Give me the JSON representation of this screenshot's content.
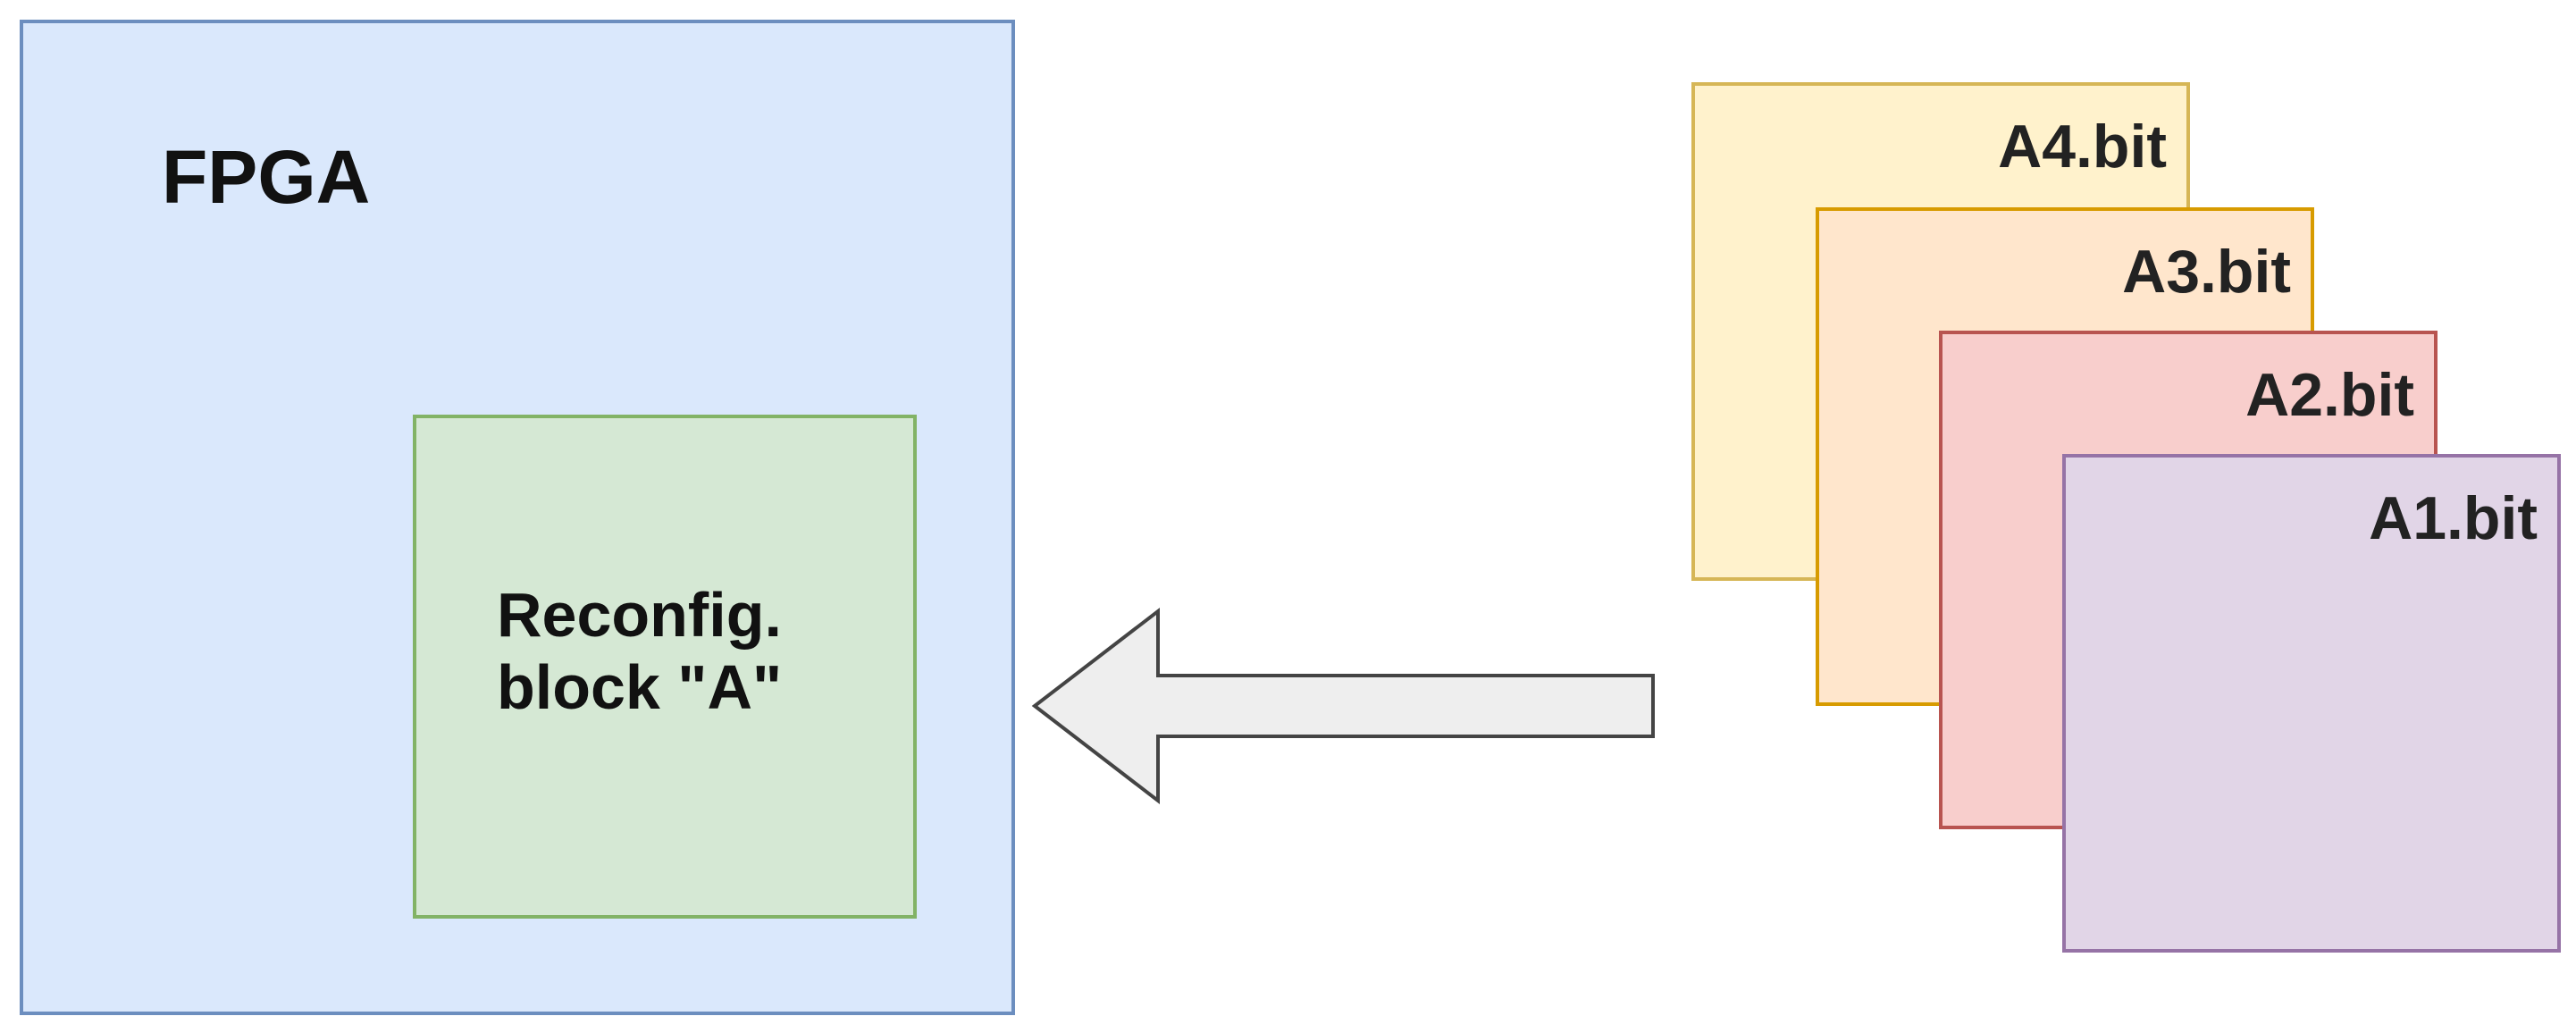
{
  "fpga": {
    "label": "FPGA",
    "fill": "#dae8fc",
    "stroke": "#6c8ebf"
  },
  "reconfig_block": {
    "label": "Reconfig.\nblock \"A\"",
    "fill": "#d5e8d4",
    "stroke": "#82b366"
  },
  "arrow": {
    "direction": "left",
    "fill": "#eeeeee",
    "stroke": "#444444"
  },
  "bitfiles": [
    {
      "label": "A4.bit",
      "fill": "#fff2cc",
      "stroke": "#d6b656"
    },
    {
      "label": "A3.bit",
      "fill": "#ffe6cc",
      "stroke": "#d79b00"
    },
    {
      "label": "A2.bit",
      "fill": "#f8cecc",
      "stroke": "#b85450"
    },
    {
      "label": "A1.bit",
      "fill": "#e1d5e7",
      "stroke": "#9673a6"
    }
  ]
}
